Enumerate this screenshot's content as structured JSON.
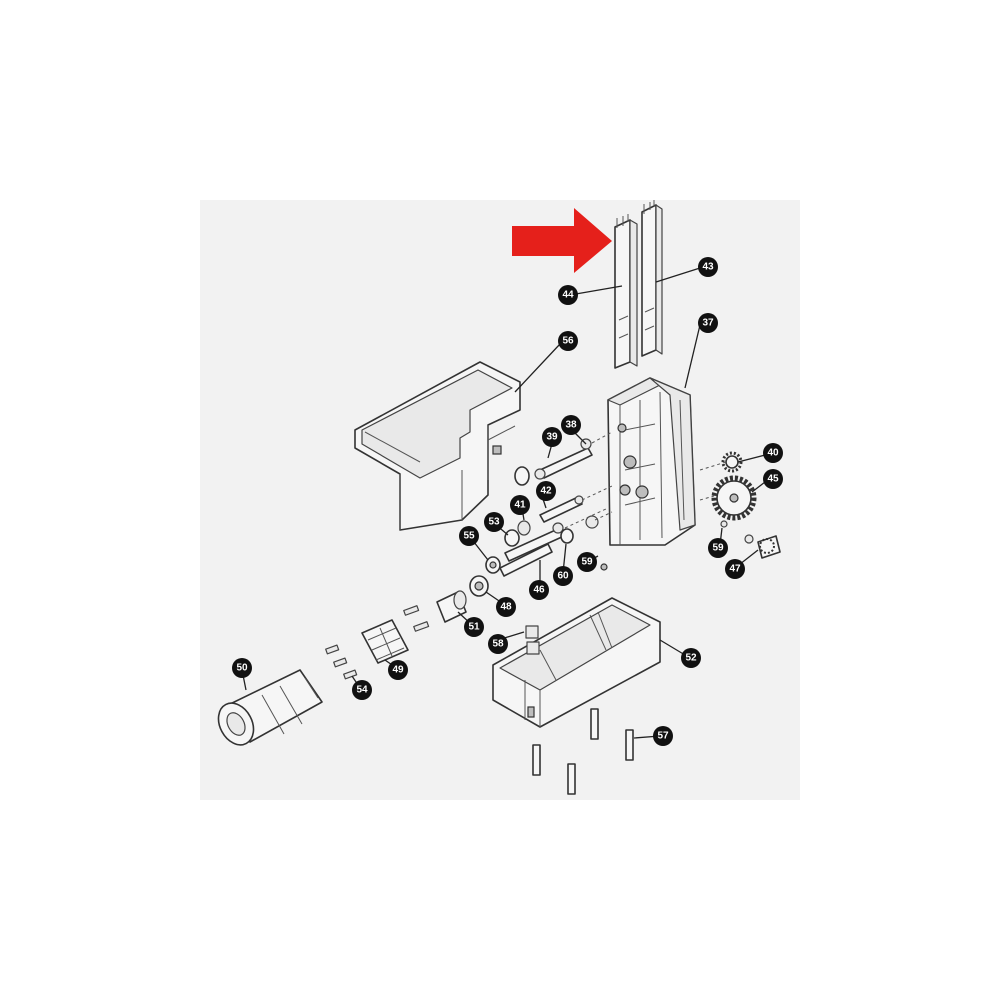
{
  "callouts": {
    "p37": "37",
    "p38": "38",
    "p39": "39",
    "p40": "40",
    "p41": "41",
    "p42": "42",
    "p43": "43",
    "p44": "44",
    "p45": "45",
    "p46": "46",
    "p47": "47",
    "p48": "48",
    "p49": "49",
    "p50": "50",
    "p51": "51",
    "p52": "52",
    "p53": "53",
    "p54": "54",
    "p55": "55",
    "p56": "56",
    "p57": "57",
    "p58": "58",
    "p59a": "59",
    "p59b": "59",
    "p60": "60"
  },
  "colors": {
    "arrow": "#e5201b",
    "callout": "#111111",
    "background": "#f2f2f2"
  }
}
